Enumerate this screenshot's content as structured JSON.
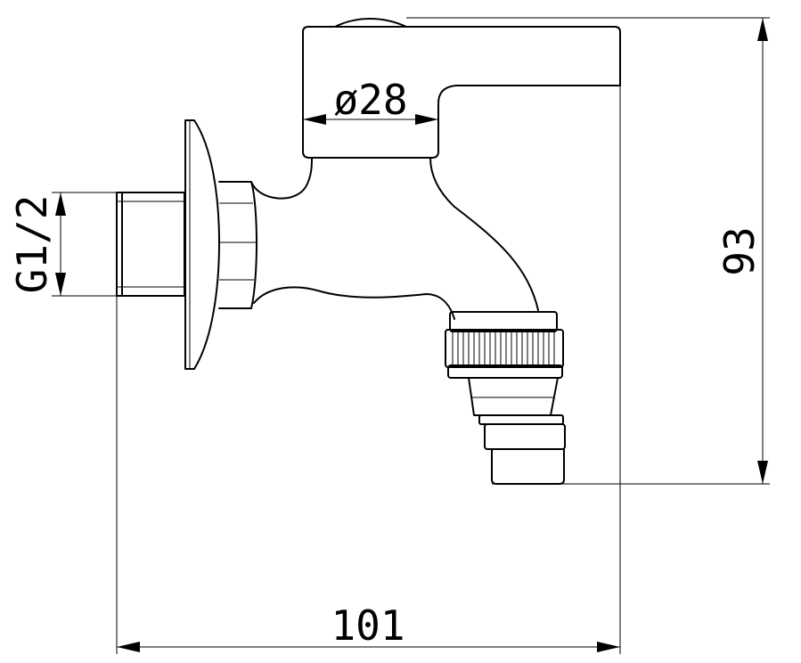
{
  "dimensions": {
    "diameter_label": "ø28",
    "height_label": "93",
    "width_label": "101",
    "thread_label": "G1/2"
  },
  "colors": {
    "line": "#000000",
    "background": "#ffffff"
  }
}
